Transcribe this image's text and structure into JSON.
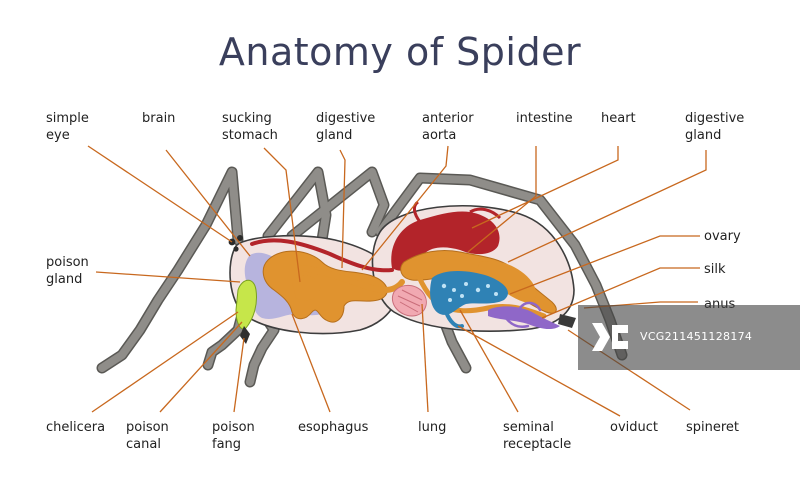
{
  "title": "Anatomy of Spider",
  "labels": {
    "simple_eye": "simple\neye",
    "brain": "brain",
    "sucking_stomach": "sucking\nstomach",
    "digestive_gland_front": "digestive\ngland",
    "anterior_aorta": "anterior\naorta",
    "intestine": "intestine",
    "heart": "heart",
    "digestive_gland_rear": "digestive\ngland",
    "poison_gland": "poison\ngland",
    "ovary": "ovary",
    "silk": "silk",
    "anus": "anus",
    "chelicera": "chelicera",
    "poison_canal": "poison\ncanal",
    "poison_fang": "poison\nfang",
    "esophagus": "esophagus",
    "lung": "lung",
    "seminal_receptacle": "seminal\nreceptacle",
    "oviduct": "oviduct",
    "spineret": "spineret"
  },
  "watermark": {
    "text": "VCG211451128174",
    "logo": "vcg-logo-icon"
  },
  "colors": {
    "title": "#3a3f5c",
    "leader_line": "#c8681e",
    "leg": "#8f8d89",
    "body": "#f2e3e1",
    "digestive": "#e0932f",
    "artery": "#b3242a",
    "brain": "#b7b4de",
    "poison_gland": "#c6e64a",
    "lung": "#f1a9b2",
    "intestine_blue": "#2f82b5",
    "silk_purple": "#8f67c8"
  }
}
